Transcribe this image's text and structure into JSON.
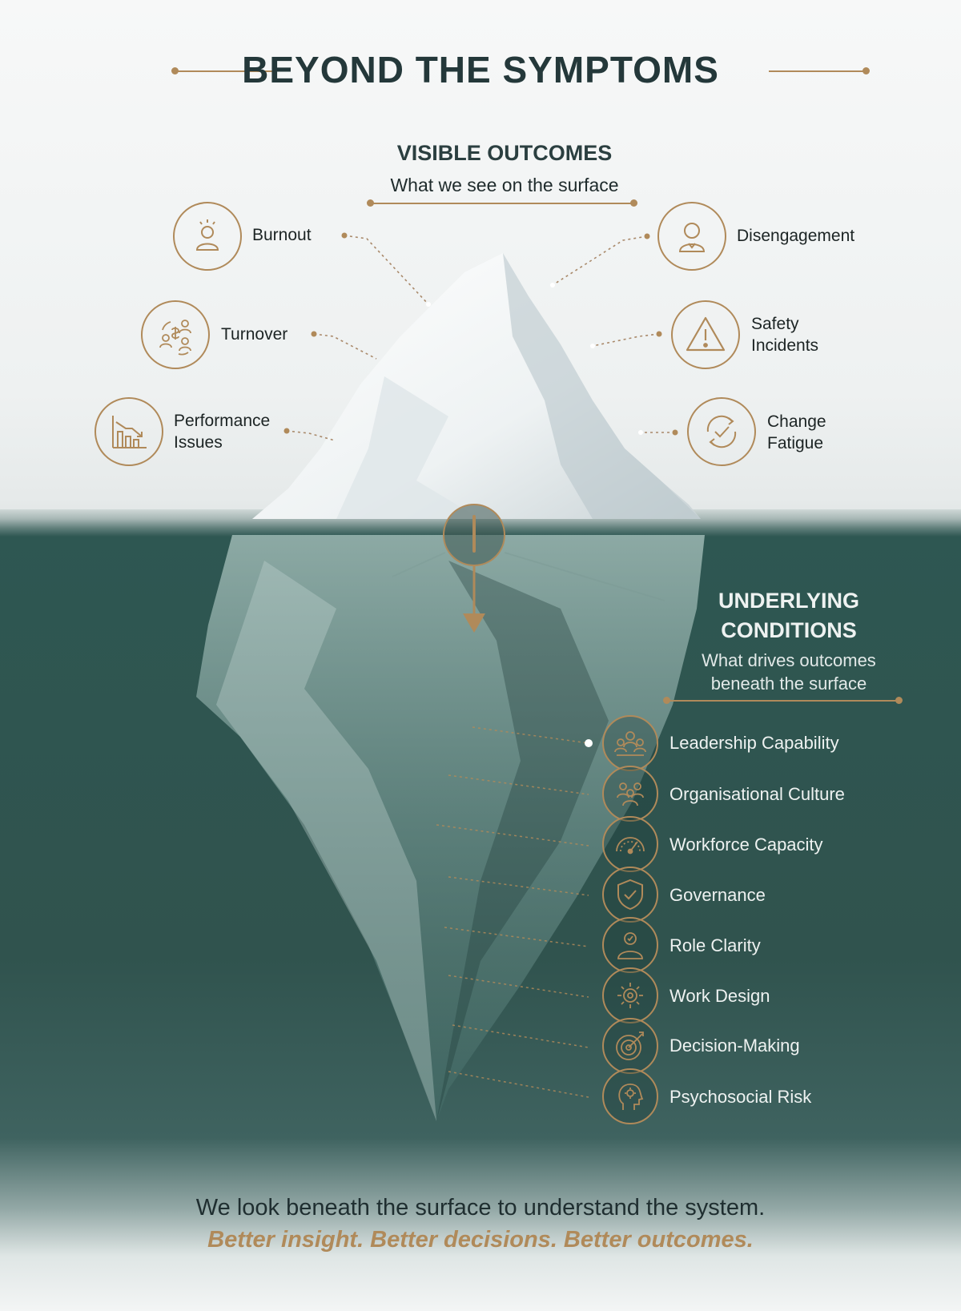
{
  "title": "BEYOND THE SYMPTOMS",
  "visible": {
    "heading": "VISIBLE OUTCOMES",
    "subheading": "What we see on the surface",
    "items": [
      {
        "label": "Burnout",
        "icon": "burnout-icon"
      },
      {
        "label": "Disengagement",
        "icon": "disengaged-person-icon"
      },
      {
        "label": "Turnover",
        "icon": "turnover-icon"
      },
      {
        "label": "Safety\nIncidents",
        "icon": "warning-triangle-icon"
      },
      {
        "label": "Performance\nIssues",
        "icon": "declining-chart-icon"
      },
      {
        "label": "Change\nFatigue",
        "icon": "cycle-check-icon"
      }
    ]
  },
  "underlying": {
    "heading": "UNDERLYING\nCONDITIONS",
    "subheading": "What drives outcomes\nbeneath the surface",
    "items": [
      {
        "label": "Leadership Capability",
        "icon": "team-leader-icon"
      },
      {
        "label": "Organisational Culture",
        "icon": "group-people-icon"
      },
      {
        "label": "Workforce Capacity",
        "icon": "gauge-icon"
      },
      {
        "label": "Governance",
        "icon": "shield-check-icon"
      },
      {
        "label": "Role Clarity",
        "icon": "person-badge-icon"
      },
      {
        "label": "Work Design",
        "icon": "gear-design-icon"
      },
      {
        "label": "Decision-Making",
        "icon": "target-icon"
      },
      {
        "label": "Psychosocial Risk",
        "icon": "head-mind-icon"
      }
    ]
  },
  "footer": {
    "line1": "We look beneath the surface to understand the system.",
    "line2": "Better insight. Better decisions. Better outcomes."
  },
  "colors": {
    "accent": "#b08a5a",
    "water": "#2f5550",
    "ink": "#24383a"
  }
}
